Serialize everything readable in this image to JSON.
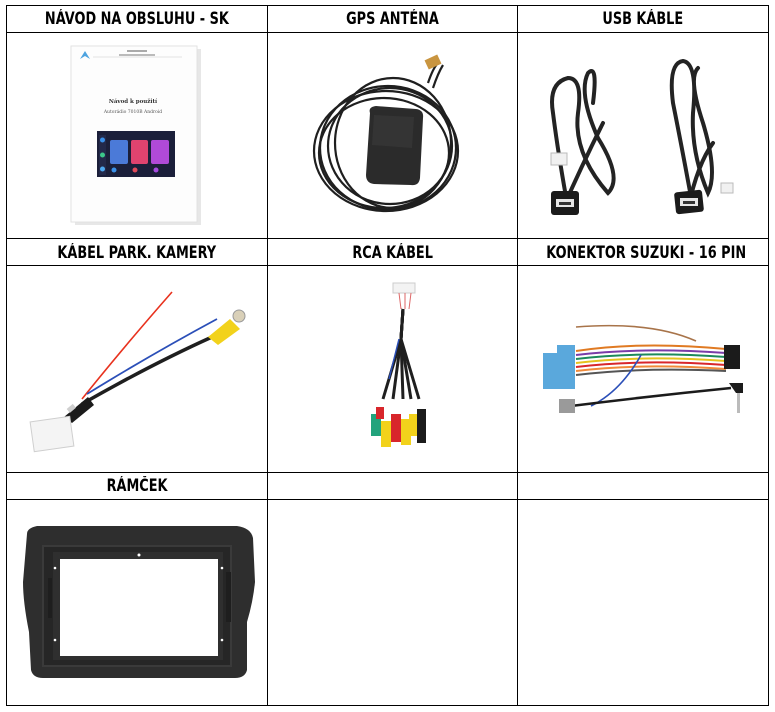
{
  "table": {
    "rows": [
      {
        "headers": [
          "NÁVOD NA OBSLUHU - SK",
          "GPS ANTÉNA",
          "USB KÁBLE"
        ],
        "images": [
          "user-manual-booklet",
          "gps-antenna-with-cable",
          "two-usb-cables"
        ]
      },
      {
        "headers": [
          "KÁBEL PARK. KAMERY",
          "RCA KÁBEL",
          "KONEKTOR SUZUKI - 16 PIN"
        ],
        "images": [
          "parking-camera-cable",
          "rca-cable-harness",
          "suzuki-16-pin-connector"
        ]
      },
      {
        "headers": [
          "RÁMČEK",
          "",
          ""
        ],
        "images": [
          "dash-frame",
          "",
          ""
        ]
      }
    ]
  },
  "manual": {
    "title": "Návod k použití",
    "subtitle": "Autorádio 7010B Android"
  },
  "colors": {
    "border": "#000000",
    "cable": "#1f1f1f",
    "rca_yellow": "#f2d21b",
    "rca_red": "#d8262b",
    "rca_green": "#22a37c",
    "wire_red": "#e8321e",
    "wire_blue": "#2b4fb8",
    "connector_blue": "#5aa8dc",
    "frame": "#2e2e2e"
  }
}
